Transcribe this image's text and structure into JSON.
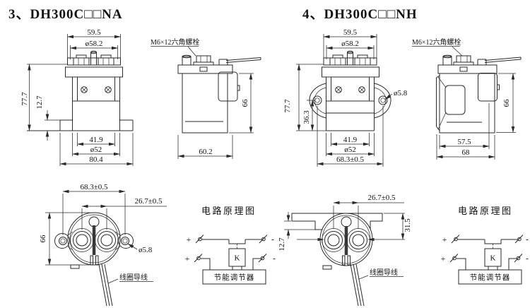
{
  "page": {
    "background": "#ffffff",
    "ink": "#2a2a2a"
  },
  "sections": [
    {
      "title": "3、DH300C□□NA",
      "front_view": {
        "dim_top_width": "59.5",
        "dim_flange_dia": "ø58.2",
        "dim_height": "77.7",
        "dim_base_thickness": "12.7",
        "dim_terminal_span": "41.9",
        "dim_body_dia": "ø52",
        "dim_base_width": "80.4"
      },
      "side_view": {
        "bolt_label": "M6×12六角螺栓",
        "dim_height": "66",
        "dim_width": "60.2"
      },
      "bottom_view": {
        "dim_ear_span": "68.3±0.5",
        "dim_terminal_pitch": "26.7±0.5",
        "dim_height": "66",
        "dim_hole_dia": "ø5.8",
        "coil_lead_label": "线圈导线"
      },
      "circuit": {
        "title": "电路原理图",
        "plus": "+",
        "minus": "-",
        "relay_label": "K",
        "regulator_label": "节能调节器"
      }
    },
    {
      "title": "4、DH300C□□NH",
      "front_view": {
        "dim_top_width": "59.5",
        "dim_flange_dia": "ø58.2",
        "dim_height": "77.7",
        "dim_ear_height": "36.3",
        "dim_terminal_span": "41.9",
        "dim_body_dia": "ø52",
        "dim_ear_span": "68.3±0.5",
        "dim_hole_dia": "ø5.8"
      },
      "side_view": {
        "bolt_label": "M6×12六角螺栓",
        "dim_height": "66",
        "dim_box_width": "57.5",
        "dim_width": "68"
      },
      "bottom_view": {
        "dim_terminal_pitch": "26.7±0.5",
        "dim_bracket_height": "31.5",
        "dim_bracket_step": "12.7",
        "coil_lead_label": "线圈导线"
      },
      "circuit": {
        "title": "电路原理图",
        "plus": "+",
        "minus": "-",
        "relay_label": "K",
        "regulator_label": "节能调节器"
      }
    }
  ]
}
